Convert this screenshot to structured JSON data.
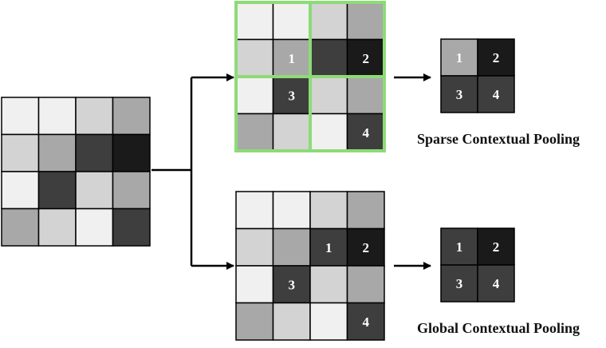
{
  "palette": {
    "L": "#f0f0f0",
    "l": "#d3d3d3",
    "m": "#a8a8a8",
    "d": "#3e3e3e",
    "k": "#1a1a1a",
    "grid_stroke": "#000000",
    "highlight": "#8ddb77",
    "number": "#ffffff"
  },
  "input_grid": [
    [
      "L",
      "L",
      "l",
      "m"
    ],
    [
      "l",
      "m",
      "d",
      "k"
    ],
    [
      "L",
      "d",
      "l",
      "m"
    ],
    [
      "m",
      "l",
      "L",
      "d"
    ]
  ],
  "sparse_grid": {
    "cells": [
      [
        "L",
        "L",
        "l",
        "m"
      ],
      [
        "l",
        "m",
        "d",
        "k"
      ],
      [
        "L",
        "d",
        "l",
        "m"
      ],
      [
        "m",
        "l",
        "L",
        "d"
      ]
    ],
    "labels": [
      {
        "row": 1,
        "col": 1,
        "text": "1"
      },
      {
        "row": 1,
        "col": 3,
        "text": "2"
      },
      {
        "row": 2,
        "col": 1,
        "text": "3"
      },
      {
        "row": 3,
        "col": 3,
        "text": "4"
      }
    ]
  },
  "global_grid": {
    "cells": [
      [
        "L",
        "L",
        "l",
        "m"
      ],
      [
        "l",
        "m",
        "d",
        "k"
      ],
      [
        "L",
        "d",
        "l",
        "m"
      ],
      [
        "m",
        "l",
        "L",
        "d"
      ]
    ],
    "labels": [
      {
        "row": 1,
        "col": 2,
        "text": "1"
      },
      {
        "row": 1,
        "col": 3,
        "text": "2"
      },
      {
        "row": 2,
        "col": 1,
        "text": "3"
      },
      {
        "row": 3,
        "col": 3,
        "text": "4"
      }
    ]
  },
  "sparse_output": {
    "cells": [
      [
        "m",
        "k"
      ],
      [
        "d",
        "d"
      ]
    ],
    "labels": [
      "1",
      "2",
      "3",
      "4"
    ]
  },
  "global_output": {
    "cells": [
      [
        "d",
        "k"
      ],
      [
        "d",
        "d"
      ]
    ],
    "labels": [
      "1",
      "2",
      "3",
      "4"
    ]
  },
  "captions": {
    "sparse": "Sparse Contextual Pooling",
    "global": "Global Contextual Pooling"
  }
}
